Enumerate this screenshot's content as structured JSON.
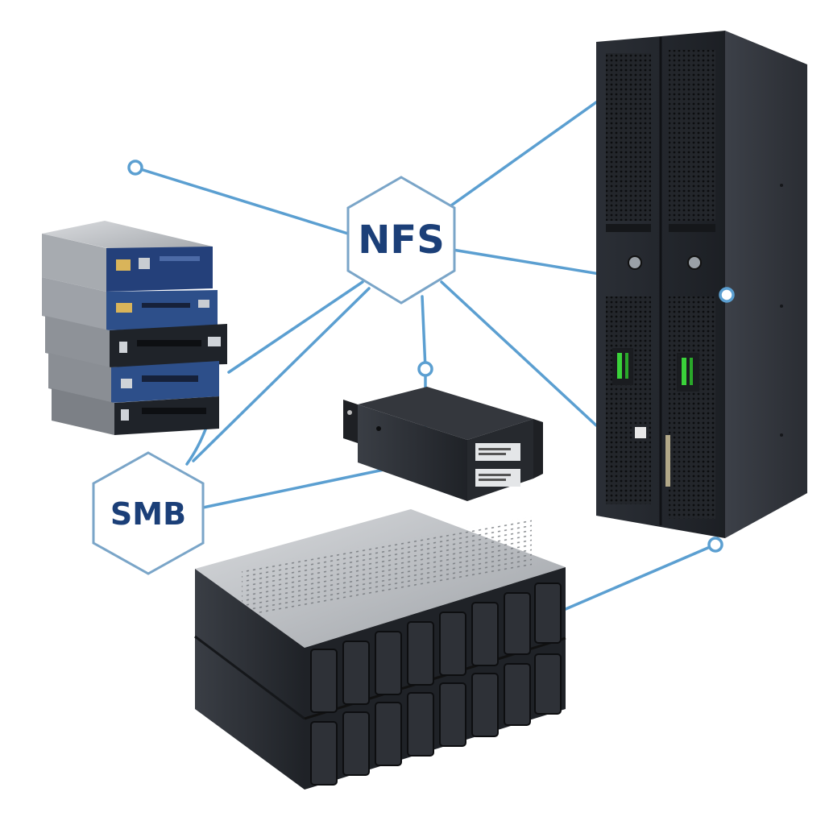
{
  "protocols": {
    "nfs": {
      "label": "NFS"
    },
    "smb": {
      "label": "SMB"
    }
  },
  "devices": [
    {
      "name": "stacked-nas-units"
    },
    {
      "name": "tower-server"
    },
    {
      "name": "rackmount-unit"
    },
    {
      "name": "drive-array-enclosure"
    }
  ],
  "colors": {
    "link": "#5b9fd1",
    "hex_border": "#7aa5c8",
    "label": "#1b3f78",
    "chassis_dark": "#2a2d33",
    "chassis_blue": "#2d4f8a",
    "led": "#3ad23a"
  }
}
